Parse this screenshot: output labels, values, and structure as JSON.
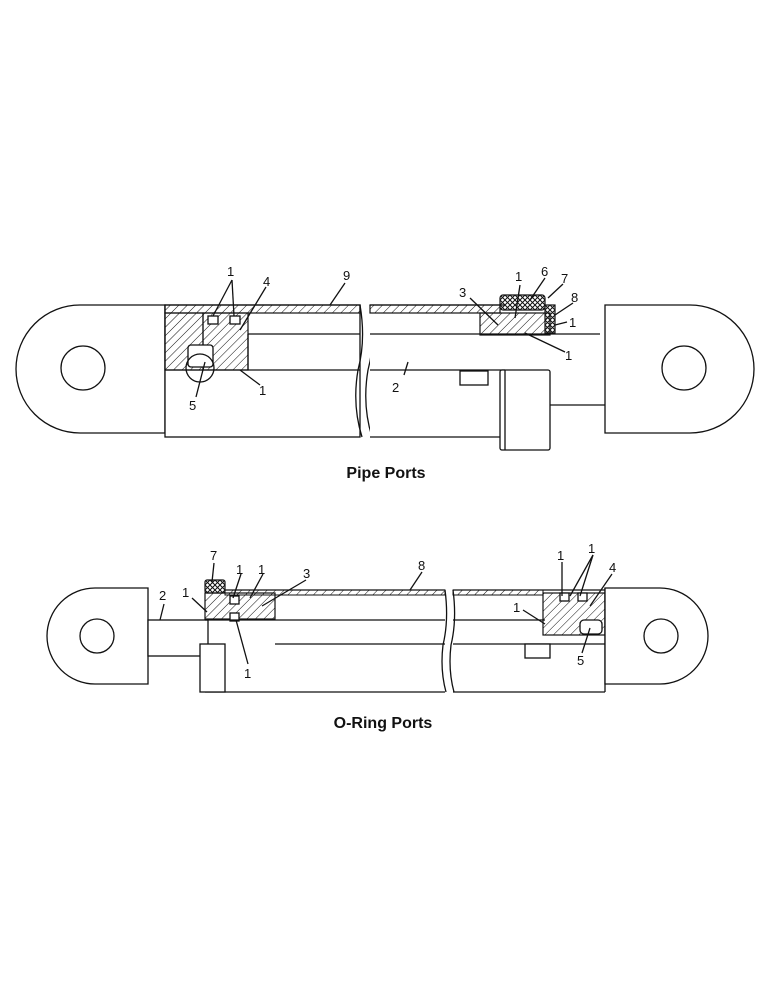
{
  "captions": {
    "top": "Pipe Ports",
    "bottom": "O-Ring Ports"
  },
  "callouts": {
    "top": {
      "a1": "1",
      "a4": "4",
      "a9": "9",
      "a5": "5",
      "a1b": "1",
      "a2": "2",
      "a3": "3",
      "a1c": "1",
      "a6": "6",
      "a7": "7",
      "a8": "8",
      "a1d": "1",
      "a1e": "1"
    },
    "bottom": {
      "b7": "7",
      "b1": "1",
      "b1b": "1",
      "b1c": "1",
      "b3": "3",
      "b2": "2",
      "b1d": "1",
      "b1e": "1",
      "b8": "8",
      "b1f": "1",
      "b1g": "1",
      "b4": "4",
      "b1h": "1",
      "b5": "5"
    }
  }
}
